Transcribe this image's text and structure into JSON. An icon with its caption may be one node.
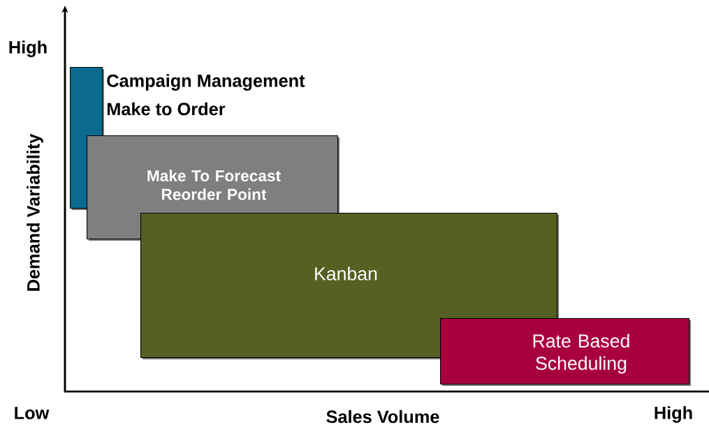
{
  "diagram": {
    "nodes": [
      {
        "text": [],
        "shape": "bar",
        "beside": [
          "Campaign Management",
          "Make to Order"
        ]
      },
      {
        "text": [
          "Make To Forecast Reorder Point"
        ]
      },
      {
        "text": [
          "Kanban"
        ]
      },
      {
        "text": [
          "Rate Based Scheduling"
        ]
      }
    ],
    "labels": [
      "High",
      "Demand Variability",
      "Low",
      "Sales Volume",
      "High"
    ]
  }
}
